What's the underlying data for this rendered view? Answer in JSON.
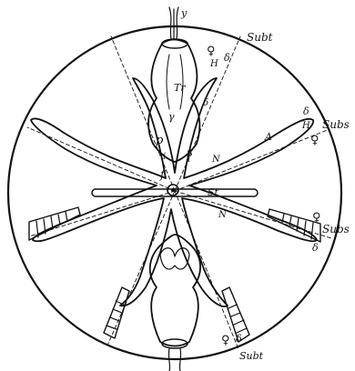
{
  "labels": {
    "subt_top": "Subt",
    "subs_right_upper": "Subs",
    "subs_right_lower": "Subs",
    "subt_bottom": "Subt",
    "y_top": "y",
    "tr": "Tr",
    "gamma": "γ",
    "p": "p",
    "f": "f",
    "st": "St",
    "n_upper": "N",
    "n_lower": "N",
    "a": "A",
    "h_right": "H",
    "h_upper": "H",
    "delta_arm": "δ",
    "delta_right_a": "δ",
    "delta_right_b": "δ",
    "delta_top": "δ",
    "delta_bottom": "δ",
    "i_left": "i",
    "i_right": "i",
    "female_top": "♀",
    "female_right_a": "♀",
    "female_right_b": "♀",
    "female_bottom": "♀",
    "s_mark": "S"
  },
  "colors": {
    "ink": "#111111",
    "paper": "#ffffff"
  }
}
